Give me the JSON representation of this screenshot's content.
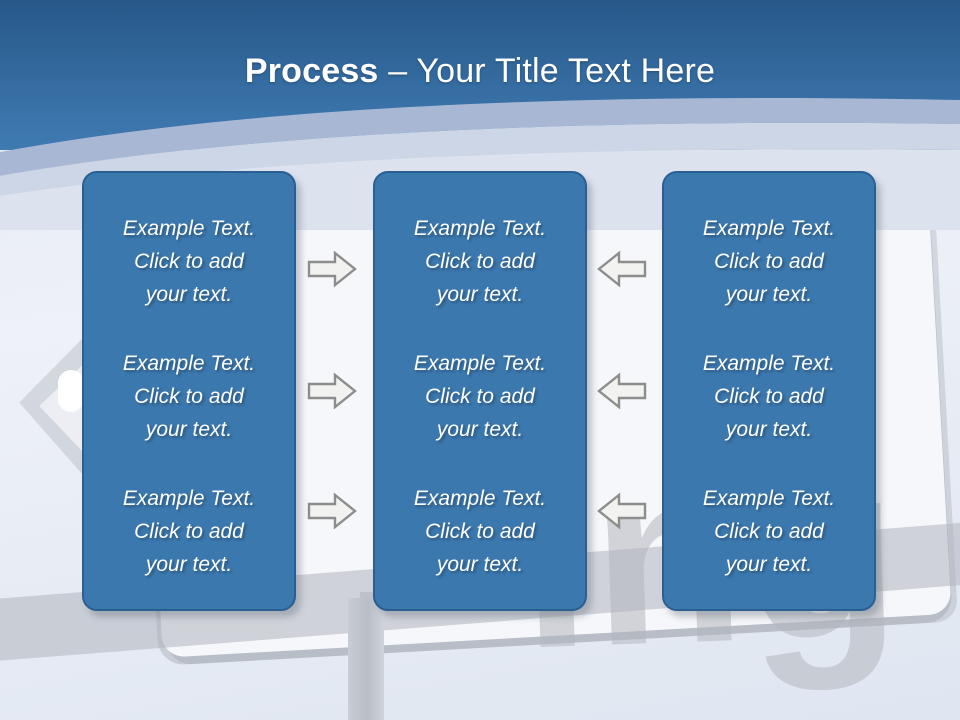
{
  "slide": {
    "title_bold": "Process",
    "title_rest": " – Your Title Text Here",
    "background_watermark_letters": "ing"
  },
  "colors": {
    "header_top": "#28588a",
    "header_bottom": "#3f7ab1",
    "box_fill": "#3b78ae",
    "box_border": "#2a5f93",
    "band_mid": "#a8b8d4",
    "band_light": "#ccd6e6",
    "page_background": "#e7ecf4",
    "arrow_fill": "#f2f2f0",
    "arrow_stroke": "#8d8d8d",
    "text_white": "#ffffff"
  },
  "columns": [
    {
      "name": "column-1",
      "items": [
        "Example Text.\nClick  to add\nyour text.",
        "Example Text.\nClick  to add\nyour text.",
        "Example Text.\nClick  to add\nyour text."
      ]
    },
    {
      "name": "column-2",
      "items": [
        "Example Text.\nClick  to add\nyour text.",
        "Example Text.\nClick  to add\nyour text.",
        "Example Text.\nClick  to add\nyour text."
      ]
    },
    {
      "name": "column-3",
      "items": [
        "Example Text.\nClick  to add\nyour text.",
        "Example Text.\nClick  to add\nyour text.",
        "Example Text.\nClick  to add\nyour text."
      ]
    }
  ],
  "connectors": [
    {
      "name": "arrow-right-row-1",
      "icon": "arrow-right-icon",
      "direction": "right",
      "row": 1,
      "gap": 1
    },
    {
      "name": "arrow-right-row-2",
      "icon": "arrow-right-icon",
      "direction": "right",
      "row": 2,
      "gap": 1
    },
    {
      "name": "arrow-right-row-3",
      "icon": "arrow-right-icon",
      "direction": "right",
      "row": 3,
      "gap": 1
    },
    {
      "name": "arrow-left-row-1",
      "icon": "arrow-left-icon",
      "direction": "left",
      "row": 1,
      "gap": 2
    },
    {
      "name": "arrow-left-row-2",
      "icon": "arrow-left-icon",
      "direction": "left",
      "row": 2,
      "gap": 2
    },
    {
      "name": "arrow-left-row-3",
      "icon": "arrow-left-icon",
      "direction": "left",
      "row": 3,
      "gap": 2
    }
  ]
}
